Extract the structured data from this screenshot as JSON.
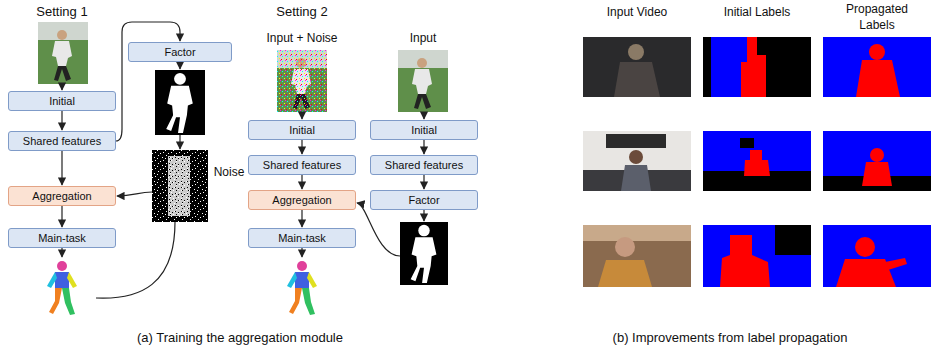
{
  "diagram": {
    "nodes": [
      {
        "text": [
          "Initial"
        ]
      },
      {
        "text": [
          "Shared features"
        ]
      },
      {
        "text": [
          "Aggregation"
        ]
      },
      {
        "text": [
          "Main-task"
        ]
      },
      {
        "text": [
          "Factor"
        ]
      },
      {
        "text": [
          "Initial"
        ]
      },
      {
        "text": [
          "Shared features"
        ]
      },
      {
        "text": [
          "Aggregation"
        ]
      },
      {
        "text": [
          "Main-task"
        ]
      },
      {
        "text": [
          "Initial"
        ]
      },
      {
        "text": [
          "Shared features"
        ]
      },
      {
        "text": [
          "Factor"
        ]
      }
    ],
    "edges": [
      {
        "from": 0,
        "to": 1,
        "arrow": "to"
      },
      {
        "from": 1,
        "to": 2,
        "arrow": "to"
      },
      {
        "from": 2,
        "to": 3,
        "arrow": "to"
      },
      {
        "from": 1,
        "to": 4,
        "arrow": "to"
      },
      {
        "from": 5,
        "to": 6,
        "arrow": "to"
      },
      {
        "from": 6,
        "to": 7,
        "arrow": "to"
      },
      {
        "from": 7,
        "to": 8,
        "arrow": "to"
      },
      {
        "from": 9,
        "to": 10,
        "arrow": "to"
      },
      {
        "from": 10,
        "to": 11,
        "arrow": "to"
      }
    ],
    "labels": [
      "Setting 1",
      "Noise",
      "Setting 2",
      "Input + Noise",
      "Input",
      "Input Video",
      "Initial Labels",
      "Propagated Labels",
      "(a) Training the aggregation module",
      "(b) Improvements from label propagation"
    ]
  }
}
